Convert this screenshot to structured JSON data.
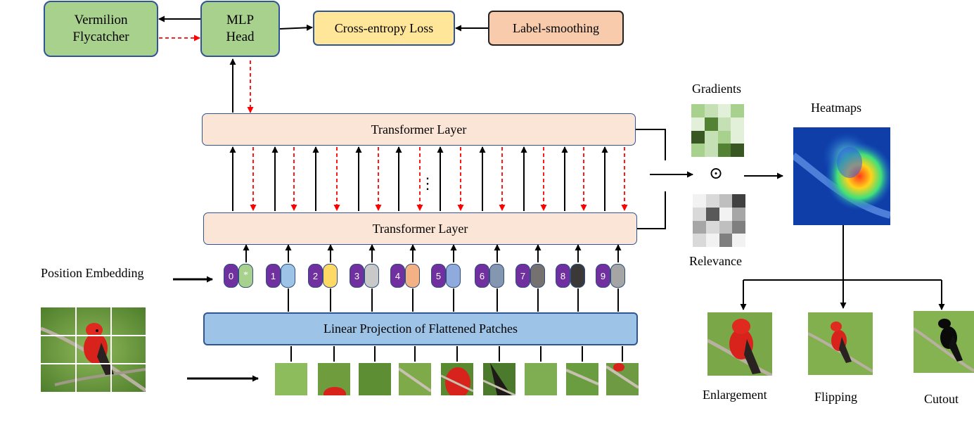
{
  "boxes": {
    "class_label": "Vermilion\nFlycatcher",
    "mlp_head": "MLP\nHead",
    "loss": "Cross-entropy Loss",
    "smoothing": "Label-smoothing",
    "transformer_top": "Transformer Layer",
    "transformer_bottom": "Transformer Layer",
    "projection": "Linear Projection of Flattened Patches"
  },
  "labels": {
    "position_embedding": "Position Embedding",
    "gradients": "Gradients",
    "relevance": "Relevance",
    "heatmaps": "Heatmaps",
    "hadamard": "⊙",
    "ellipsis": "⋮"
  },
  "tokens": [
    {
      "index": "0",
      "embed": "*",
      "color": "#a9d18e"
    },
    {
      "index": "1",
      "embed": "",
      "color": "#9dc3e6"
    },
    {
      "index": "2",
      "embed": "",
      "color": "#ffd966"
    },
    {
      "index": "3",
      "embed": "",
      "color": "#c9c9c9"
    },
    {
      "index": "4",
      "embed": "",
      "color": "#f4b183"
    },
    {
      "index": "5",
      "embed": "",
      "color": "#8faadc"
    },
    {
      "index": "6",
      "embed": "",
      "color": "#8497b0"
    },
    {
      "index": "7",
      "embed": "",
      "color": "#767171"
    },
    {
      "index": "8",
      "embed": "",
      "color": "#3b3838"
    },
    {
      "index": "9",
      "embed": "",
      "color": "#a5a5a5"
    }
  ],
  "augmentations": [
    {
      "label": "Enlargement"
    },
    {
      "label": "Flipping"
    },
    {
      "label": "Cutout"
    }
  ],
  "colors": {
    "forward_arrow": "#000000",
    "backward_arrow": "#ff0000",
    "token_index": "#7030a0"
  }
}
